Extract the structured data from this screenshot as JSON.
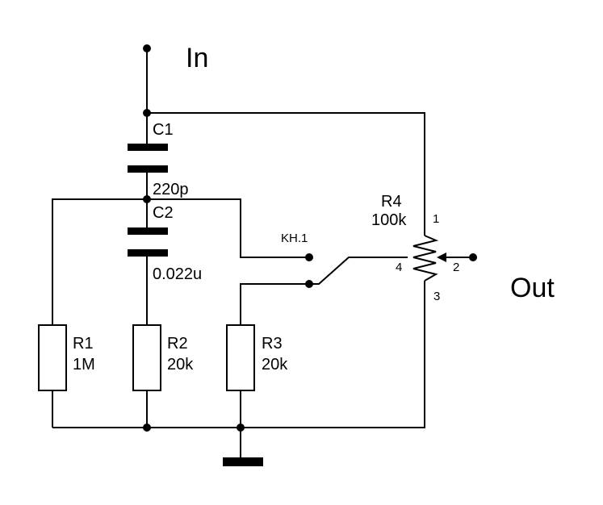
{
  "terminals": {
    "input": "In",
    "output": "Out"
  },
  "components": {
    "c1": {
      "ref": "C1",
      "value": "220p"
    },
    "c2": {
      "ref": "C2",
      "value": "0.022u"
    },
    "r1": {
      "ref": "R1",
      "value": "1M"
    },
    "r2": {
      "ref": "R2",
      "value": "20k"
    },
    "r3": {
      "ref": "R3",
      "value": "20k"
    },
    "r4": {
      "ref": "R4",
      "value": "100k",
      "pins": {
        "p1": "1",
        "p2": "2",
        "p3": "3",
        "p4": "4"
      }
    },
    "switch": {
      "ref": "KH.1"
    }
  },
  "colors": {
    "ink": "#000000",
    "background": "#ffffff"
  }
}
